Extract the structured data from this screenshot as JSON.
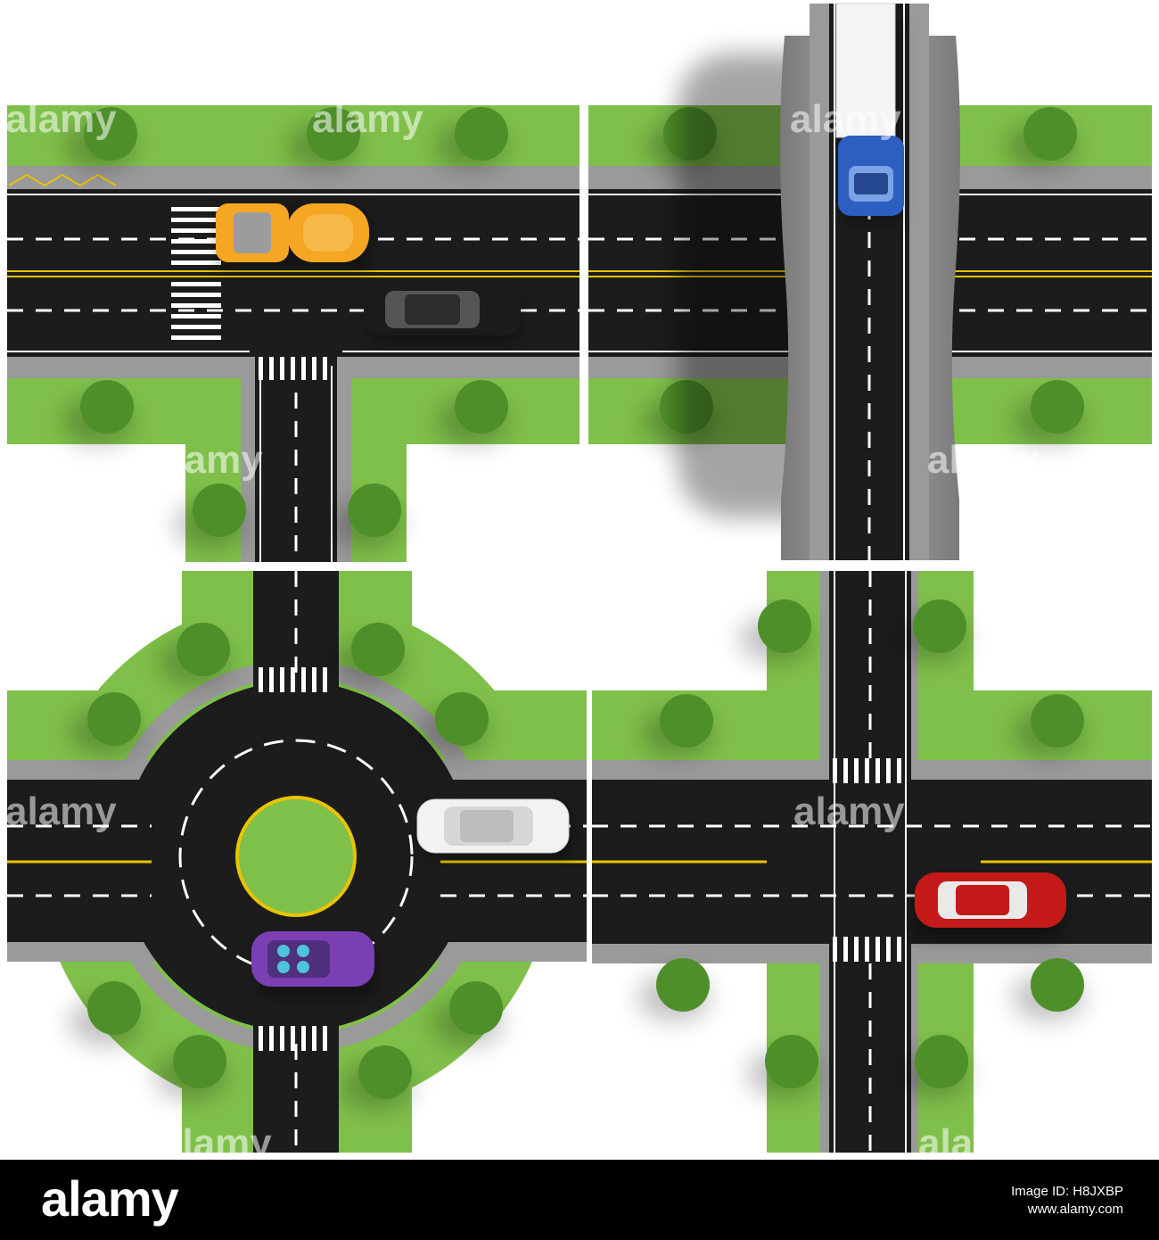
{
  "scenes": [
    {
      "name": "t-intersection-with-crosswalks"
    },
    {
      "name": "overpass-bridge"
    },
    {
      "name": "roundabout"
    },
    {
      "name": "four-way-intersection"
    }
  ],
  "vehicles": [
    {
      "type": "tanker-truck",
      "color": "#f5a623"
    },
    {
      "type": "sedan",
      "color": "#1b1b1b"
    },
    {
      "type": "box-truck",
      "color": "#2d5fc0"
    },
    {
      "type": "suv",
      "color": "#f2f2f2"
    },
    {
      "type": "convertible",
      "color": "#7b3fb4"
    },
    {
      "type": "sports-car",
      "color": "#c41a1a"
    }
  ],
  "palette": {
    "grass": "#7fc04a",
    "asphalt": "#1c1c1c",
    "sidewalk": "#9a9a9a",
    "tree": "#4f8f2a",
    "center-line": "#e8c400"
  },
  "watermark": {
    "text": "alamy"
  },
  "footer": {
    "logo": "alamy",
    "image_id": "Image ID: H8JXBP",
    "site": "www.alamy.com"
  }
}
